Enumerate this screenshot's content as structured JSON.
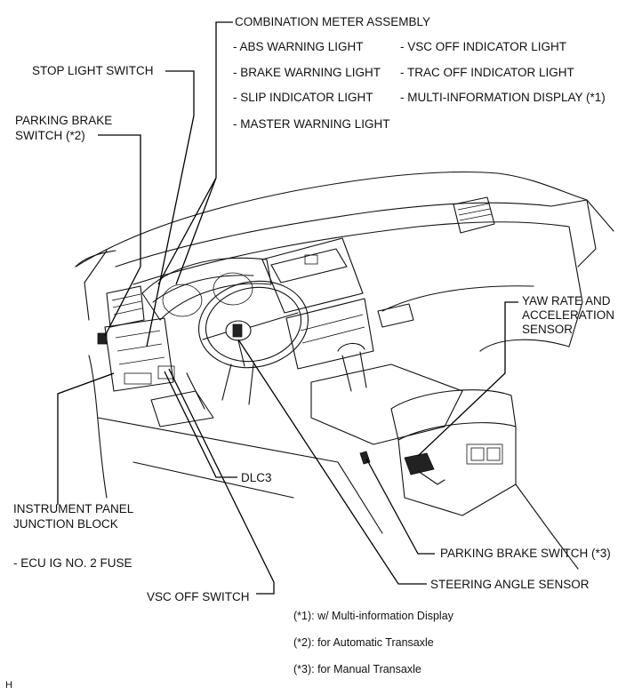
{
  "labels": {
    "combination_meter": "COMBINATION METER ASSEMBLY",
    "abs_warning": "- ABS WARNING LIGHT",
    "brake_warning": "- BRAKE WARNING LIGHT",
    "slip_indicator": "- SLIP INDICATOR LIGHT",
    "master_warning": "- MASTER WARNING LIGHT",
    "vsc_off_indicator": "- VSC OFF INDICATOR LIGHT",
    "trac_off_indicator": "- TRAC OFF INDICATOR LIGHT",
    "multi_info_display": "- MULTI-INFORMATION DISPLAY (*1)",
    "stop_light_switch": "STOP LIGHT SWITCH",
    "parking_brake_switch_2_line1": "PARKING BRAKE",
    "parking_brake_switch_2_line2": "SWITCH (*2)",
    "yaw_rate_line1": "YAW RATE AND",
    "yaw_rate_line2": "ACCELERATION",
    "yaw_rate_line3": "SENSOR",
    "dlc3": "DLC3",
    "junction_block_line1": "INSTRUMENT PANEL",
    "junction_block_line2": "JUNCTION BLOCK",
    "ecu_fuse": "- ECU IG NO. 2 FUSE",
    "parking_brake_switch_3": "PARKING BRAKE SWITCH (*3)",
    "steering_angle_sensor": "STEERING ANGLE SENSOR",
    "vsc_off_switch": "VSC OFF SWITCH"
  },
  "notes": {
    "note1": "(*1): w/ Multi-information Display",
    "note2": "(*2): for Automatic Transaxle",
    "note3": "(*3): for Manual Transaxle"
  },
  "corner_mark": "H",
  "colors": {
    "ink": "#111111",
    "background": "#ffffff"
  }
}
